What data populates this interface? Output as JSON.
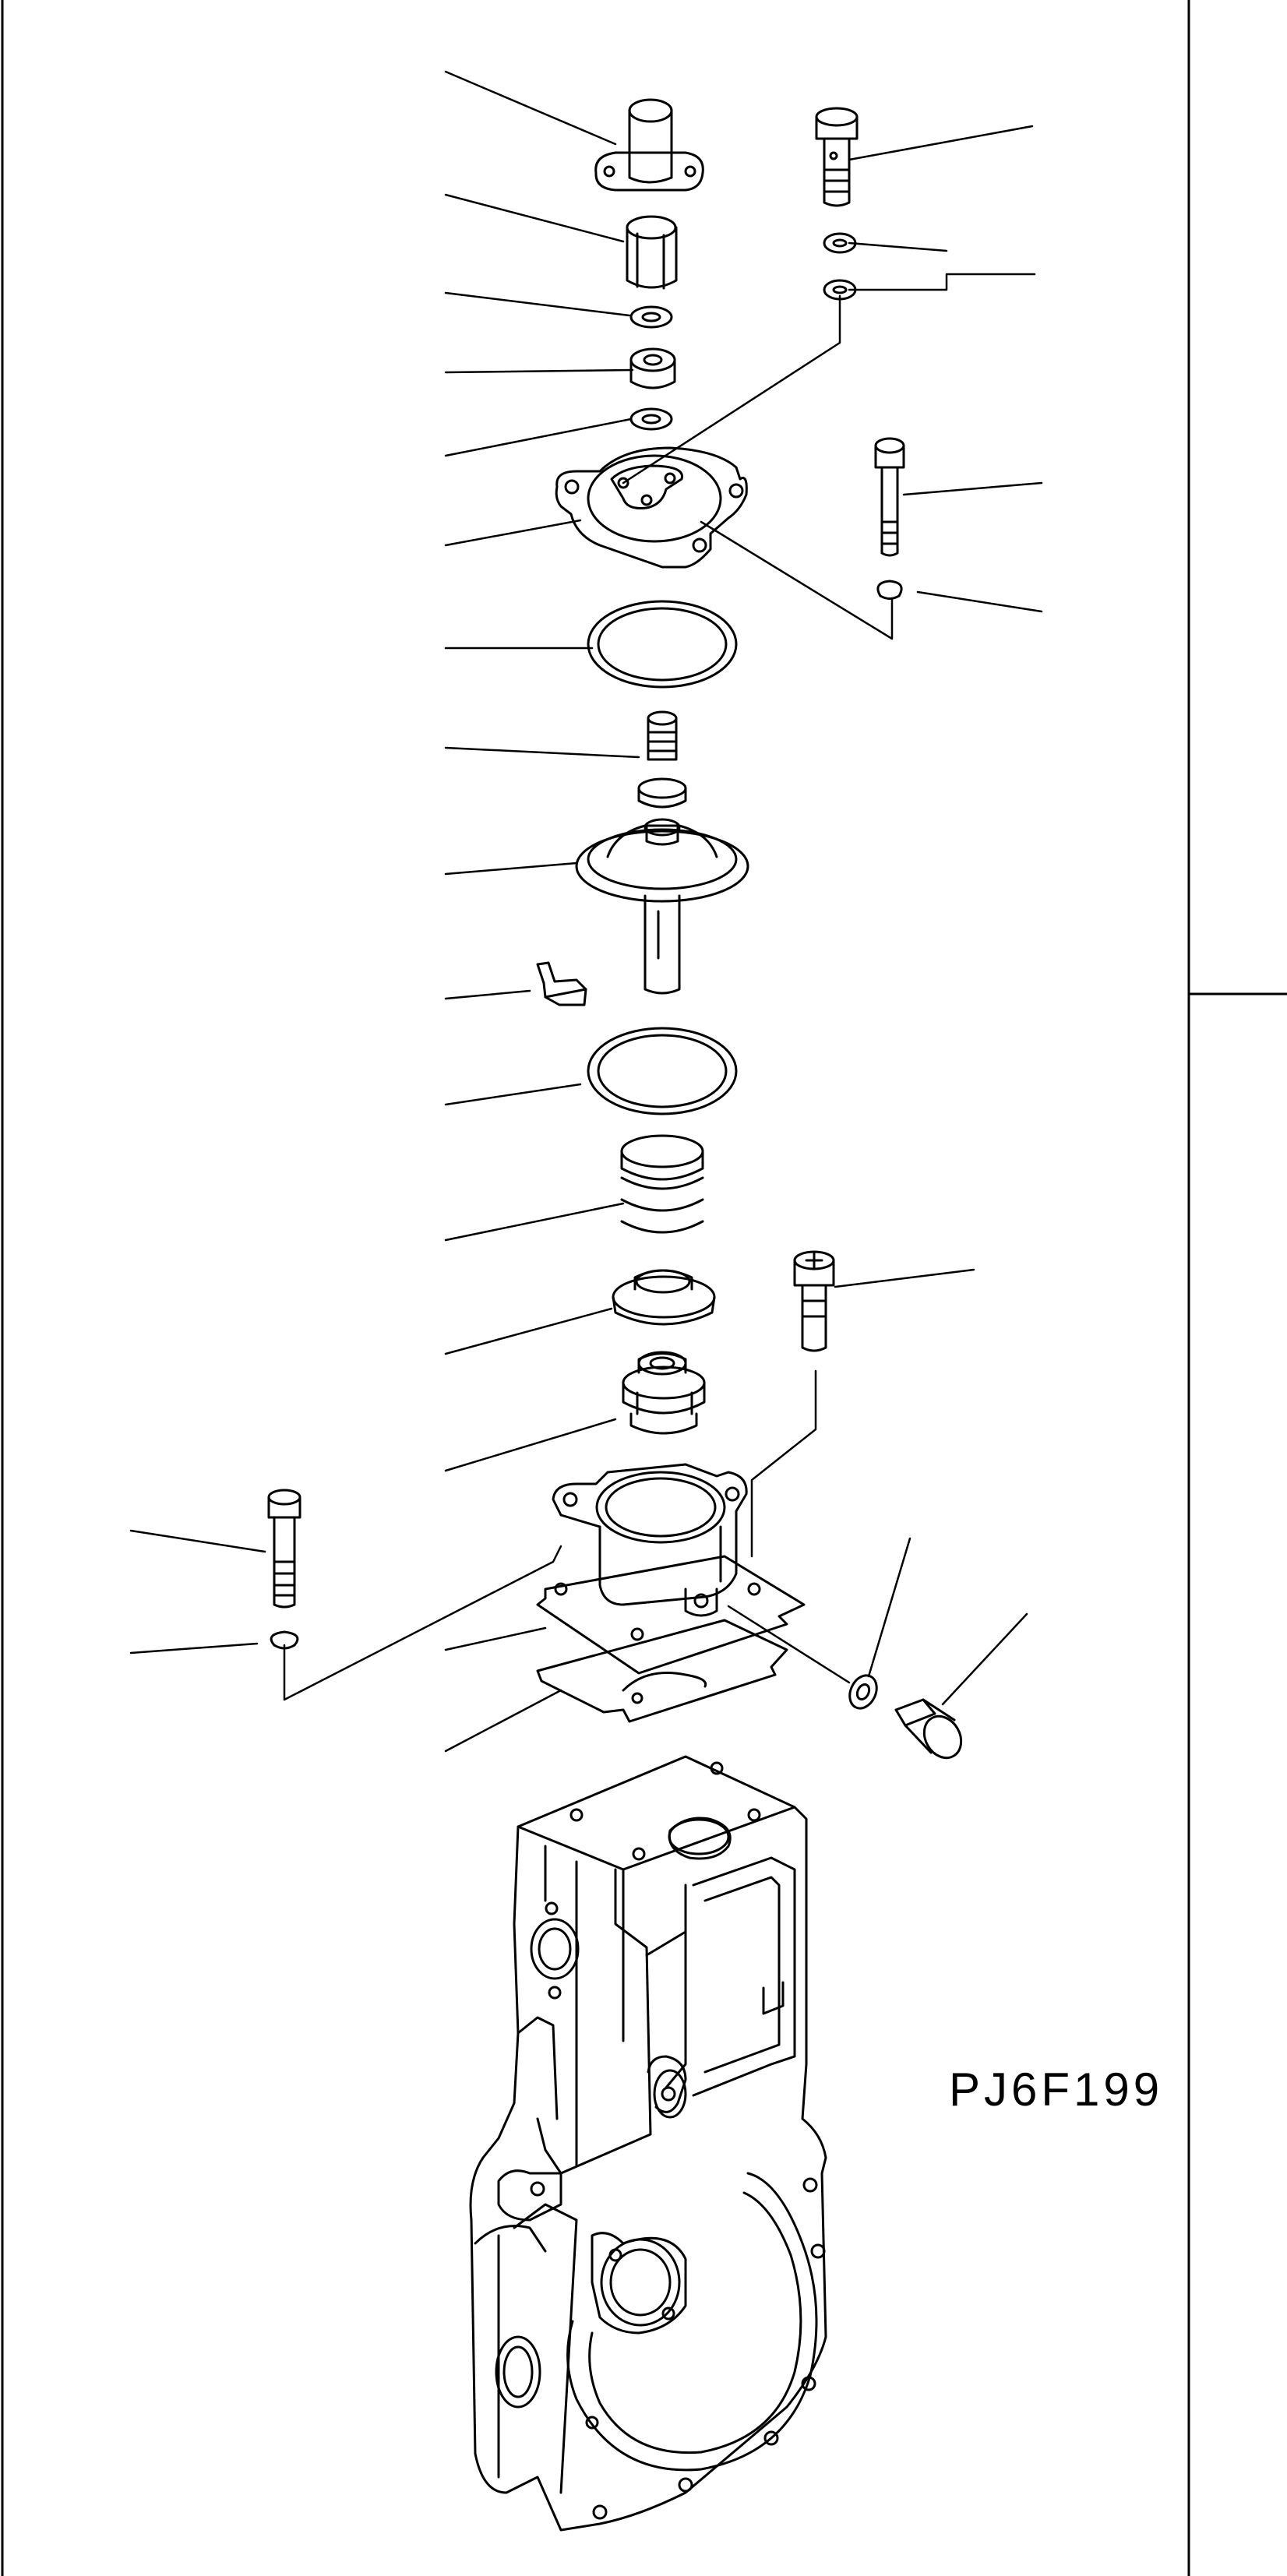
{
  "figure": {
    "code": "PJ6F199"
  },
  "colors": {
    "ink": "#000000",
    "paper": "#ffffff"
  },
  "parts": [
    "flanged-pin",
    "hex-cap",
    "small-washer",
    "hex-nut",
    "small-washer",
    "upper-cover",
    "o-ring",
    "adjust-screw",
    "diaphragm-piston",
    "retaining-clip",
    "o-ring",
    "coil-spring",
    "spring-seat",
    "guide-bushing",
    "housing-flange",
    "gasket",
    "gasket",
    "bolt",
    "washer",
    "bolt",
    "snap-ring",
    "banjo-bolt",
    "washer",
    "screw",
    "plug",
    "washer",
    "bolt",
    "snap-ring",
    "pump-body"
  ]
}
